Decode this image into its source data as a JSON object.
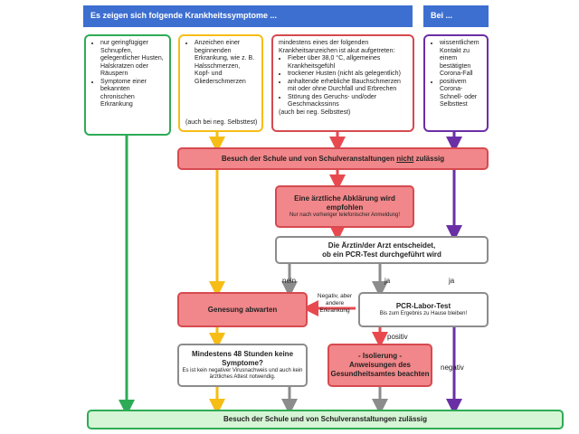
{
  "header": {
    "title": "Es zeigen sich folgende Krankheitssymptome ...",
    "bei": "Bei ..."
  },
  "symptoms": {
    "green": [
      "nur geringfügiger Schnupfen, gelegentlicher Husten, Halskratzen oder Räuspern",
      "Symptome einer bekannten chronischen Erkrankung"
    ],
    "yellow": {
      "items": [
        "Anzeichen einer beginnenden Erkrankung, wie z. B. Halsschmerzen, Kopf- und Gliederschmerzen"
      ],
      "note": "(auch bei neg. Selbsttest)"
    },
    "red": {
      "intro": "mindestens eines der folgenden Krankheitsanzeichen ist akut aufgetreten:",
      "items": [
        "Fieber über 38,0 °C, allgemeines Krankheitsgefühl",
        "trockener Husten (nicht als gelegentlich)",
        "anhaltende erhebliche Bauchschmerzen mit oder ohne Durchfall und Erbrechen",
        "Störung des Geruchs- und/oder Geschmackssinns"
      ],
      "note": "(auch bei neg. Selbsttest)"
    },
    "purple": [
      "wissentlichem Kontakt zu einem bestätigten Corona-Fall",
      "positivem Corona-Schnell- oder Selbsttest"
    ]
  },
  "boxes": {
    "no_school": {
      "pre": "Besuch der Schule und von Schulveranstaltungen ",
      "u": "nicht",
      "post": " zulässig"
    },
    "doctor": {
      "title": "Eine ärztliche Abklärung wird empfohlen",
      "sub": "Nur nach vorheriger telefonischer Anmeldung!"
    },
    "decision": {
      "line1": "Die Ärztin/der Arzt entscheidet,",
      "line2": "ob ein PCR-Test durchgeführt wird"
    },
    "recovery": "Genesung abwarten",
    "pcr": {
      "title": "PCR-Labor-Test",
      "sub": "Bis zum Ergebnis zu Hause bleiben!"
    },
    "hours48": {
      "title": "Mindestens 48 Stunden keine Symptome?",
      "sub": "Es ist kein negativer Virusnachweis und auch kein ärztliches Attest notwendig."
    },
    "isolation": {
      "title": "- Isolierung -",
      "line2": "Anweisungen des",
      "line3": "Gesundheitsamtes beachten"
    },
    "school_ok": "Besuch der Schule und von Schulveranstaltungen zulässig"
  },
  "labels": {
    "nein": "nein",
    "ja1": "ja",
    "ja2": "ja",
    "negativ_andere": "Negativ, aber andere Erkrankung",
    "positiv": "positiv",
    "negativ": "negativ"
  },
  "colors": {
    "header": "#3d6fd1",
    "green": "#2eab55",
    "yellow": "#f6bd16",
    "red": "#d64a4f",
    "purple": "#6a2fa5",
    "grey": "#8c8c8c",
    "red_fill": "#f1878a",
    "green_fill": "#d6f5d6"
  }
}
